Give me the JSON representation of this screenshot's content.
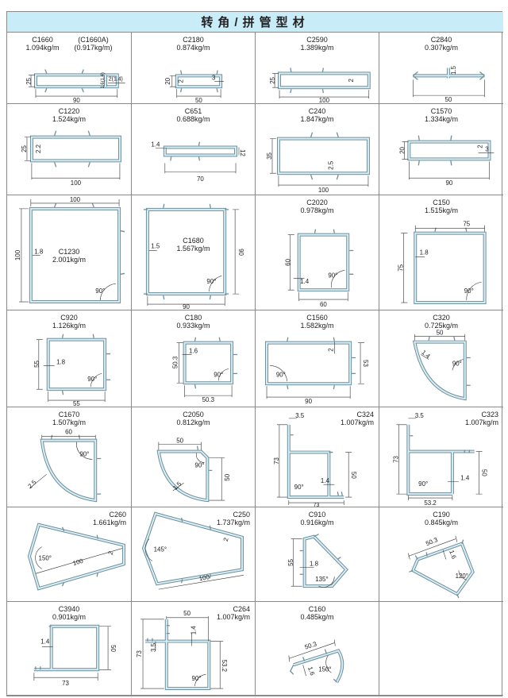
{
  "header": {
    "title": "转角/拼管型材"
  },
  "cells": [
    {
      "name": "C1660",
      "name_alt": "(C1660A)",
      "weight": "1.094kg/m",
      "weight_alt": "(0.917kg/m)",
      "dims": [
        "25",
        "90",
        "2(1.4)",
        "1.6(1.4)"
      ]
    },
    {
      "name": "C2180",
      "weight": "0.874kg/m",
      "dims": [
        "20",
        "2",
        "3",
        "50"
      ]
    },
    {
      "name": "C2590",
      "weight": "1.389kg/m",
      "dims": [
        "25",
        "2",
        "100"
      ]
    },
    {
      "name": "C2840",
      "weight": "0.307kg/m",
      "dims": [
        "1.5",
        "50"
      ]
    },
    {
      "name": "C1220",
      "weight": "1.524kg/m",
      "dims": [
        "25",
        "2.2",
        "100"
      ]
    },
    {
      "name": "C651",
      "weight": "0.688kg/m",
      "dims": [
        "1.4",
        "12",
        "70"
      ]
    },
    {
      "name": "C240",
      "weight": "1.847kg/m",
      "dims": [
        "35",
        "2.5",
        "100"
      ]
    },
    {
      "name": "C1570",
      "weight": "1.334kg/m",
      "dims": [
        "20",
        "2",
        "3",
        "90"
      ]
    },
    {
      "name": "C1230",
      "weight": "2.001kg/m",
      "dims": [
        "100",
        "100",
        "1.8",
        "90°"
      ]
    },
    {
      "name": "C1680",
      "weight": "1.567kg/m",
      "dims": [
        "1.5",
        "90",
        "90°",
        "90"
      ]
    },
    {
      "name": "C2020",
      "weight": "0.978kg/m",
      "dims": [
        "60",
        "1.4",
        "90°",
        "60"
      ]
    },
    {
      "name": "C150",
      "weight": "1.515kg/m",
      "dims": [
        "75",
        "75",
        "1.8",
        "90°"
      ]
    },
    {
      "name": "C920",
      "weight": "1.126kg/m",
      "dims": [
        "55",
        "1.8",
        "90°",
        "55"
      ]
    },
    {
      "name": "C180",
      "weight": "0.933kg/m",
      "dims": [
        "50.3",
        "1.6",
        "90°",
        "50.3"
      ]
    },
    {
      "name": "C1560",
      "weight": "1.582kg/m",
      "dims": [
        "2",
        "53",
        "90°",
        "90"
      ]
    },
    {
      "name": "C320",
      "weight": "0.725kg/m",
      "dims": [
        "50",
        "1.4",
        "90°"
      ]
    },
    {
      "name": "C1670",
      "weight": "1.507kg/m",
      "dims": [
        "60",
        "90°",
        "2.5"
      ]
    },
    {
      "name": "C2050",
      "weight": "0.812kg/m",
      "dims": [
        "50",
        "90°",
        "50",
        "1.5"
      ]
    },
    {
      "name": "C324",
      "weight": "1.007kg/m",
      "dims": [
        "3.5",
        "73",
        "50",
        "1.4",
        "90°",
        "73"
      ]
    },
    {
      "name": "C323",
      "weight": "1.007kg/m",
      "dims": [
        "3.5",
        "73",
        "1.4",
        "50",
        "90°",
        "53.2"
      ]
    },
    {
      "name": "C260",
      "weight": "1.661kg/m",
      "dims": [
        "150°",
        "2",
        "100"
      ]
    },
    {
      "name": "C250",
      "weight": "1.737kg/m",
      "dims": [
        "145°",
        "2",
        "100"
      ]
    },
    {
      "name": "C910",
      "weight": "0.916kg/m",
      "dims": [
        "55",
        "1.8",
        "135°"
      ]
    },
    {
      "name": "C190",
      "weight": "0.845kg/m",
      "dims": [
        "50.3",
        "1.6",
        "120°"
      ]
    },
    {
      "name": "C3940",
      "weight": "0.901kg/m",
      "dims": [
        "1.4",
        "50",
        "73"
      ]
    },
    {
      "name": "C264",
      "weight": "1.007kg/m",
      "dims": [
        "50",
        "1.4",
        "73",
        "3.5",
        "53.2",
        "90°"
      ]
    },
    {
      "name": "C160",
      "weight": "0.485kg/m",
      "dims": [
        "50.3",
        "1.6",
        "150°"
      ]
    }
  ],
  "colors": {
    "header_bg": "#c9ecf9",
    "profile": "#6f8e9a",
    "profile_light": "#d6eff7"
  }
}
